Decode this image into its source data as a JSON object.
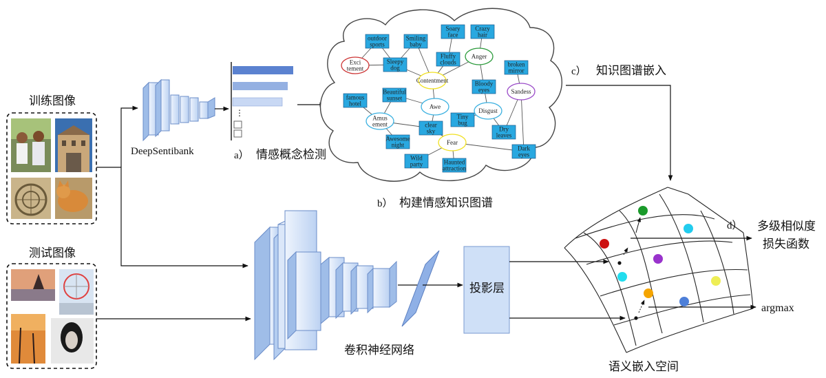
{
  "labels": {
    "train": "训练图像",
    "test": "测试图像",
    "deepsentibank": "DeepSentibank",
    "a_letter": "a）",
    "a_text": "情感概念检测",
    "b_letter": "b）",
    "b_text": "构建情感知识图谱",
    "c_letter": "c）",
    "c_text": "知识图谱嵌入",
    "d_letter": "d）",
    "d_text_1": "多级相似度",
    "d_text_2": "损失函数",
    "cnn": "卷积神经网络",
    "projection": "投影层",
    "semantic_space": "语义嵌入空间",
    "argmax": "argmax"
  },
  "concept_nodes": [
    "outdoor sports",
    "Smiling baby",
    "Soary face",
    "Crazy hair",
    "Sleepy dog",
    "Fluffy clouds",
    "broken mirror",
    "famous hotel",
    "Beautiful sunset",
    "Bloody eyes",
    "Tiny bug",
    "clear sky",
    "Dry leaves",
    "Awesome night",
    "Wild party",
    "Haunted attraction",
    "Dark eyes"
  ],
  "emotion_nodes": [
    "Exci tement",
    "Contentment",
    "Anger",
    "Sandess",
    "Awe",
    "Disgust",
    "Amus ement",
    "Fear"
  ],
  "colors": {
    "node_fill": "#29a8e0",
    "bar": "#5b82d0",
    "layer": "#cfe0f7",
    "projection": "#cfe0f7",
    "dot_red": "#cc1111",
    "dot_green": "#1a9a2a",
    "dot_cyan": "#22ccee",
    "dot_purple": "#9933cc",
    "dot_yellow": "#eeee55",
    "dot_orange": "#f5a500",
    "dot_blue": "#4d7fd8"
  }
}
